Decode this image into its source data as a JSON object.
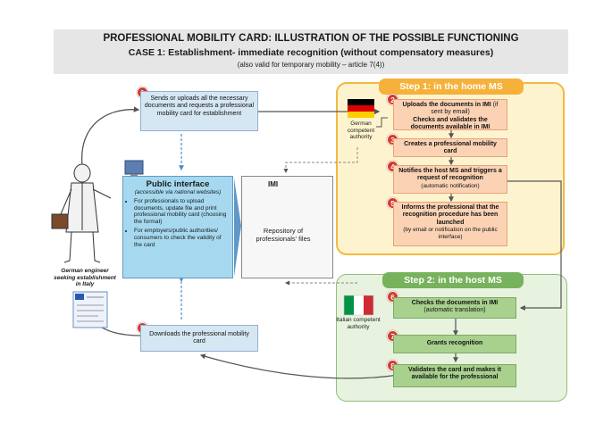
{
  "title": {
    "line1": "PROFESSIONAL MOBILITY CARD: ILLUSTRATION OF THE POSSIBLE FUNCTIONING",
    "line2": "CASE 1: Establishment- immediate recognition (without compensatory measures)",
    "line3": "(also valid for temporary mobility – article 7(4))"
  },
  "step1": {
    "header": "Step 1: in the home MS",
    "authority": "German competent authority",
    "steps": [
      {
        "num": "2",
        "line1": "Uploads the documents in IMI",
        "line1_note": " (if sent by email)",
        "line2": "Checks and validates the documents available in IMI"
      },
      {
        "num": "3",
        "text": "Creates a professional mobility card"
      },
      {
        "num": "4",
        "text": "Notifies the host MS and triggers a request of recognition",
        "note": "(automatic notification)"
      },
      {
        "num": "5",
        "text": "Informs the professional that the recognition procedure has been launched",
        "note": "(by email or notification on the public interface)"
      }
    ]
  },
  "step2": {
    "header": "Step 2: in the host MS",
    "authority": "Italian competent authority",
    "steps": [
      {
        "num": "6",
        "text": "Checks the documents in IMI",
        "note": "(automatic translation)"
      },
      {
        "num": "7",
        "text": "Grants recognition"
      },
      {
        "num": "8",
        "text": "Validates the card and makes it available for the professional"
      }
    ]
  },
  "left": {
    "request": {
      "num": "1",
      "text": "Sends or uploads all the necessary documents and requests a professional mobility card for establishment"
    },
    "download": {
      "num": "8",
      "text": "Downloads the professional mobility card"
    },
    "engineer": "German engineer seeking establishment in Italy"
  },
  "public_interface": {
    "title": "Public interface",
    "subtitle": "(accessible via national websites)",
    "bullets": [
      "For professionals to upload documents, update file and print professional mobility card (choosing the format)",
      "For employers/public authorities/ consumers to check the validity of the card"
    ]
  },
  "imi": {
    "label": "IMI",
    "repository": "Repository of professionals' files"
  },
  "colors": {
    "step1_panel": "#fdf4cf",
    "step1_header": "#f6b13a",
    "step2_panel": "#e7f3df",
    "step2_header": "#77b25c",
    "orange_box": "#fbd3b4",
    "green_box": "#a9d18e",
    "blue_box": "#d6e7f4",
    "public_interface": "#a6d9ef",
    "badge": "#d23a2e"
  },
  "icons": [
    "german-flag-icon",
    "italian-flag-icon",
    "engineer-icon",
    "computer-icon",
    "database-icon",
    "card-icon"
  ]
}
